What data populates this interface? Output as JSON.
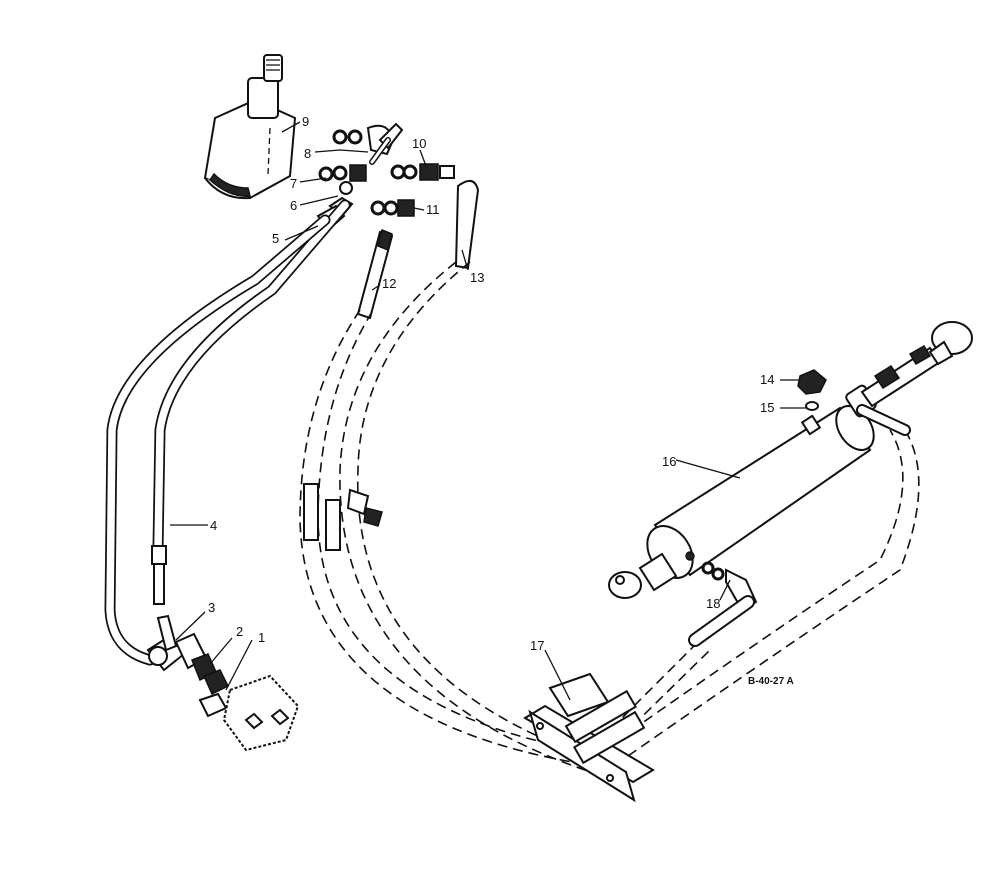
{
  "figure_code": "B-40-27 A",
  "callouts": {
    "c1": "1",
    "c2": "2",
    "c3": "3",
    "c4": "4",
    "c5": "5",
    "c6": "6",
    "c7": "7",
    "c8": "8",
    "c9": "9",
    "c10": "10",
    "c11": "11",
    "c12": "12",
    "c13": "13",
    "c14": "14",
    "c15": "15",
    "c16": "16",
    "c17": "17",
    "c18": "18"
  }
}
